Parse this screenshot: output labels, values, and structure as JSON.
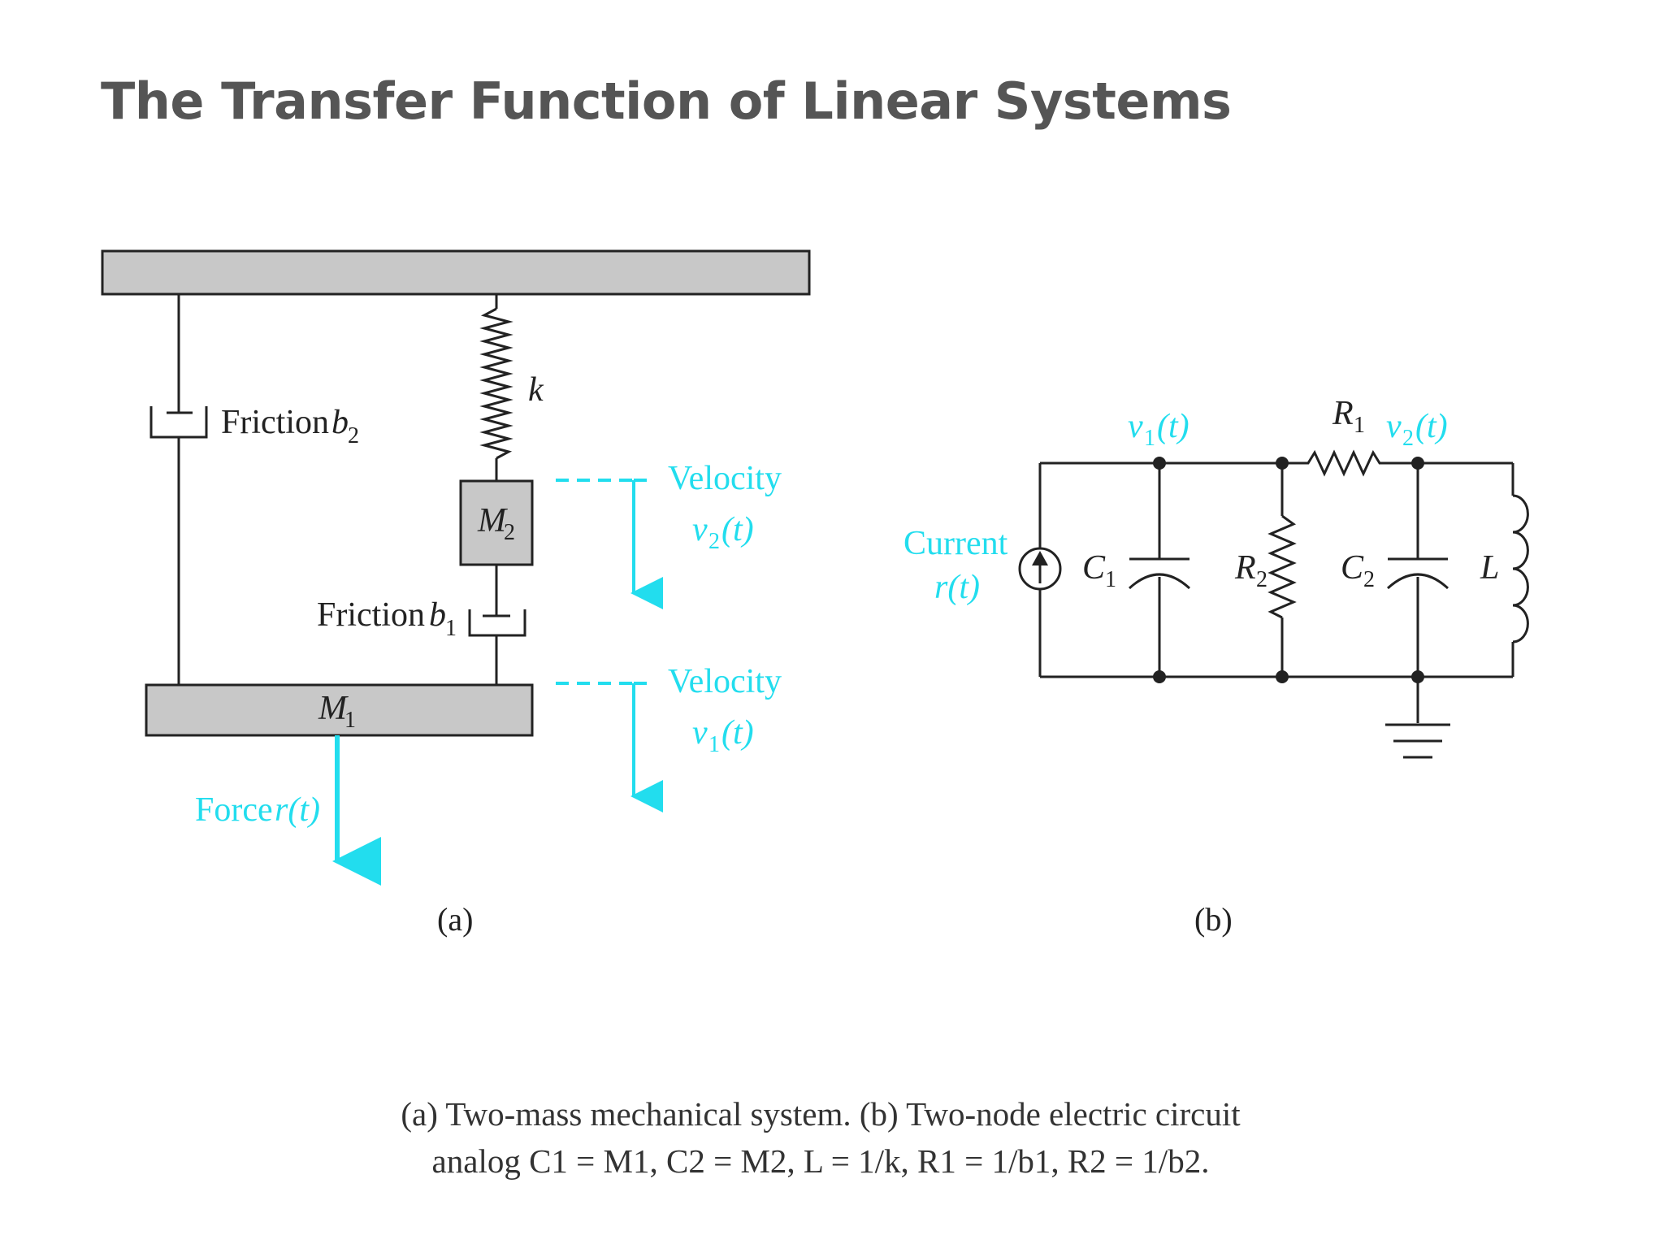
{
  "slide": {
    "title": "The Transfer Function of Linear Systems"
  },
  "mechanical": {
    "friction_b2": "Friction",
    "b2_var": "b",
    "b2_sub": "2",
    "spring_k": "k",
    "mass2": "M",
    "mass2_sub": "2",
    "friction_b1": "Friction",
    "b1_var": "b",
    "b1_sub": "1",
    "mass1": "M",
    "mass1_sub": "1",
    "velocity2_label": "Velocity",
    "velocity2_var": "v",
    "velocity2_sub": "2",
    "velocity2_arg": "(t)",
    "velocity1_label": "Velocity",
    "velocity1_var": "v",
    "velocity1_sub": "1",
    "velocity1_arg": "(t)",
    "force_label": "Force",
    "force_var": "r(t)",
    "panel_label": "(a)"
  },
  "circuit": {
    "node1_var": "v",
    "node1_sub": "1",
    "node1_arg": "(t)",
    "node2_var": "v",
    "node2_sub": "2",
    "node2_arg": "(t)",
    "r1": "R",
    "r1_sub": "1",
    "current_label": "Current",
    "current_var": "r(t)",
    "c1": "C",
    "c1_sub": "1",
    "r2": "R",
    "r2_sub": "2",
    "c2": "C",
    "c2_sub": "2",
    "inductor": "L",
    "panel_label": "(b)"
  },
  "caption": {
    "line1": "(a) Two-mass mechanical system. (b) Two-node electric circuit",
    "line2": "analog C1 = M1, C2 = M2, L = 1/k, R1 = 1/b1, R2 = 1/b2."
  },
  "colors": {
    "accent": "#22ddee",
    "title": "#555555",
    "block_fill": "#c8c8c8"
  }
}
